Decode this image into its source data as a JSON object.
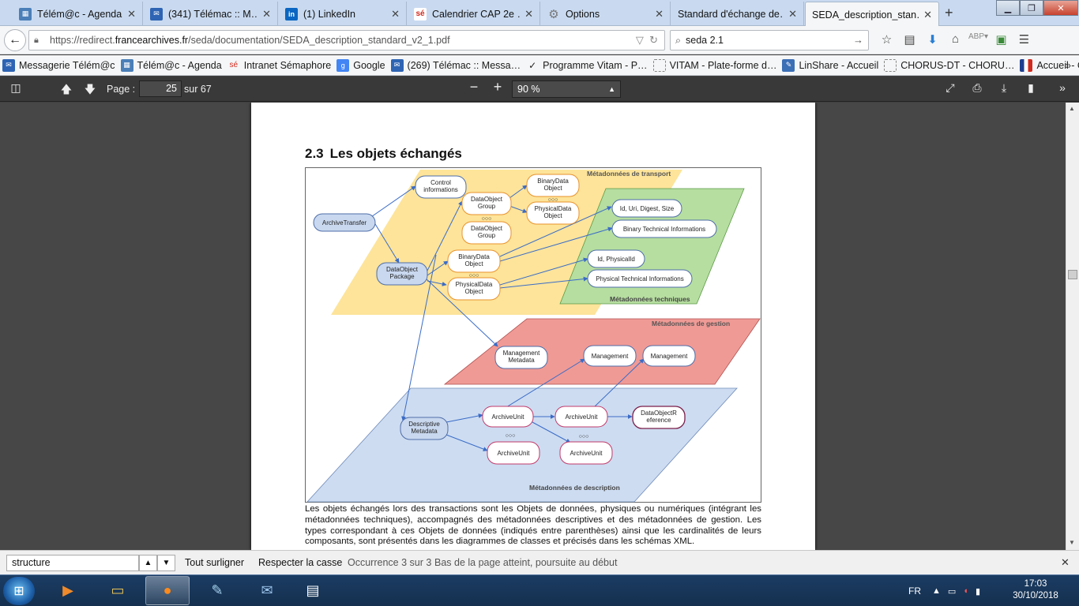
{
  "tabs": [
    {
      "label": "Télém@c - Agenda",
      "icon": "calendar-icon",
      "color": "#4a7fb8"
    },
    {
      "label": "(341) Télémac :: M…",
      "icon": "mail-icon",
      "color": "#2e64b3"
    },
    {
      "label": "(1) LinkedIn",
      "icon": "linkedin-icon",
      "color": "#0a66c2"
    },
    {
      "label": "Calendrier CAP 2e …",
      "icon": "semaphore-icon",
      "color": "#d22b1e"
    },
    {
      "label": "Options",
      "icon": "gear-icon",
      "color": "#777777"
    },
    {
      "label": "Standard d'échange de…",
      "icon": "blank-icon",
      "color": "#c9daf0"
    },
    {
      "label": "SEDA_description_stan…",
      "icon": "blank-icon",
      "color": "#f5f6f7"
    }
  ],
  "nav": {
    "url_prefix": "https://redirect.",
    "url_host": "francearchives.fr",
    "url_path": "/seda/documentation/SEDA_description_standard_v2_1.pdf",
    "search_value": "seda 2.1"
  },
  "bookmarks": [
    {
      "label": "Messagerie Télém@c",
      "color": "#2e64b3"
    },
    {
      "label": "Télém@c - Agenda",
      "color": "#4a7fb8"
    },
    {
      "label": "Intranet Sémaphore",
      "color": "#d22b1e"
    },
    {
      "label": "Google",
      "color": "#4285f4"
    },
    {
      "label": "(269) Télémac :: Messa…",
      "color": "#2e64b3"
    },
    {
      "label": "Programme Vitam - P…",
      "color": "#222222"
    },
    {
      "label": "VITAM - Plate-forme d…",
      "color": "#ffffff"
    },
    {
      "label": "LinShare - Accueil",
      "color": "#3b6fb6"
    },
    {
      "label": "CHORUS-DT - CHORU…",
      "color": "#ffffff"
    },
    {
      "label": "Accueil - Culture.fr",
      "color": "#1e3f8f"
    }
  ],
  "pdf": {
    "page_label": "Page :",
    "page_current": "25",
    "page_total": "sur 67",
    "zoom": "90 %"
  },
  "document": {
    "section_num": "2.3",
    "section_title": "Les objets échangés",
    "body": "Les objets échangés lors des transactions sont les Objets de données, physiques ou numériques (intégrant les métadonnées techniques), accompagnés des métadonnées descriptives et des métadonnées de gestion. Les types correspondant à ces Objets de données (indiqués entre parenthèses) ainsi que les cardinalités de leurs composants, sont présentés dans les diagrammes de classes et précisés dans les schémas XML."
  },
  "diagram": {
    "zones": {
      "transport": "Métadonnées de transport",
      "technique": "Métadonnées techniques",
      "gestion": "Métadonnées de gestion",
      "description": "Métadonnées de description"
    },
    "nodes": {
      "archive_transfer": "ArchiveTransfer",
      "control_info_1": "Control",
      "control_info_2": "informations",
      "dog1_1": "DataObject",
      "dog1_2": "Group",
      "dog2_1": "DataObject",
      "dog2_2": "Group",
      "bdo_top_1": "BinaryData",
      "bdo_top_2": "Object",
      "pdo_top_1": "PhysicalData",
      "pdo_top_2": "Object",
      "dop_1": "DataObject",
      "dop_2": "Package",
      "bdo_1": "BinaryData",
      "bdo_2": "Object",
      "pdo_1": "PhysicalData",
      "pdo_2": "Object",
      "id_uri": "Id, Uri, Digest, Size",
      "bin_tech": "Binary Technical Informations",
      "id_phys": "Id, PhysicalId",
      "phys_tech": "Physical Technical Informations",
      "mgmt_meta_1": "Management",
      "mgmt_meta_2": "Metadata",
      "mgmt_a": "Management",
      "mgmt_b": "Management",
      "desc_meta_1": "Descriptive",
      "desc_meta_2": "Metadata",
      "au_1": "ArchiveUnit",
      "au_2": "ArchiveUnit",
      "au_3": "ArchiveUnit",
      "au_4": "ArchiveUnit",
      "dor_1": "DataObjectR",
      "dor_2": "eference",
      "ellipsis": "○○○"
    }
  },
  "findbar": {
    "value": "structure",
    "highlight_all": "Tout surligner",
    "match_case": "Respecter la casse",
    "occurrence": "Occurrence 3 sur 3",
    "status": "Bas de la page atteint, poursuite au début"
  },
  "taskbar": {
    "lang": "FR",
    "time": "17:03",
    "date": "30/10/2018"
  },
  "colors": {
    "transport_zone": "#fde49a",
    "technique_zone": "#b6dea0",
    "gestion_zone": "#f09a95",
    "description_zone": "#cddcf1",
    "arrow": "#3a6cc7"
  }
}
